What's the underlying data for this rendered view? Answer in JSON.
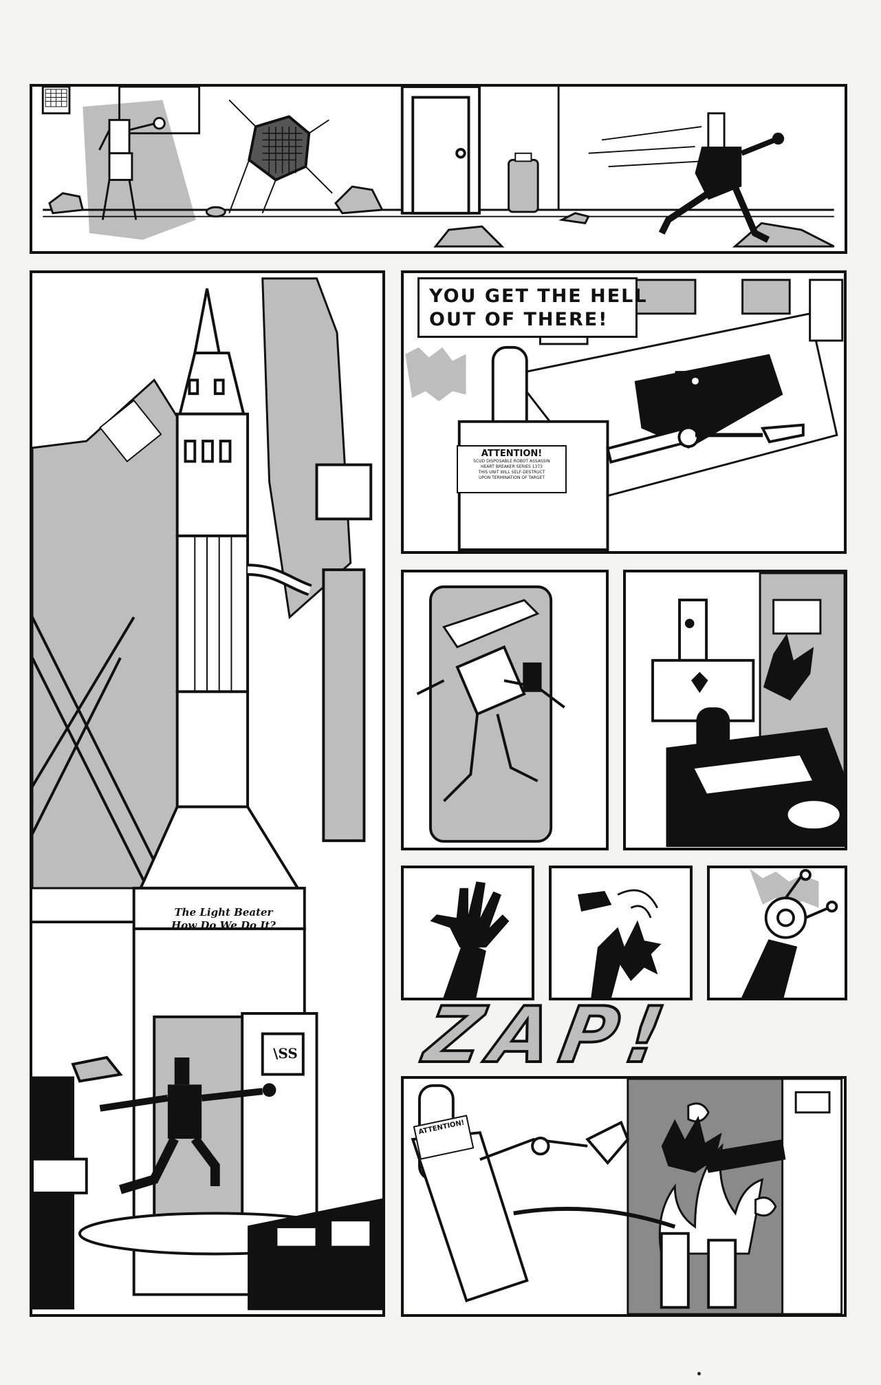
{
  "colors": {
    "ink": "#111111",
    "tone_gray": "#bdbdbd",
    "dark_tone": "#8a8a8a",
    "paper": "#f4f4f2"
  },
  "panel_1": {
    "icons": [
      "robot-punching-wall-icon",
      "cracked-wall-hole-icon",
      "door-icon",
      "running-robot-icon"
    ]
  },
  "panel_2": {
    "rocket_text": [
      "The Light Beater",
      "How Do We Do It?"
    ],
    "hatch_text": "\\SS"
  },
  "panel_3": {
    "balloon": [
      "YOU GET THE HELL",
      "OUT OF THERE!"
    ],
    "label": {
      "title": "ATTENTION!",
      "lines": [
        "SCUD DISPOSABLE ROBOT ASSASSIN",
        "HEART BREAKER SERIES 1373",
        "THIS UNIT WILL SELF-DESTRUCT",
        "UPON TERMINATION OF TARGET"
      ]
    }
  },
  "panel_9": {
    "label_title": "ATTENTION!"
  },
  "sfx": "ZAP!"
}
